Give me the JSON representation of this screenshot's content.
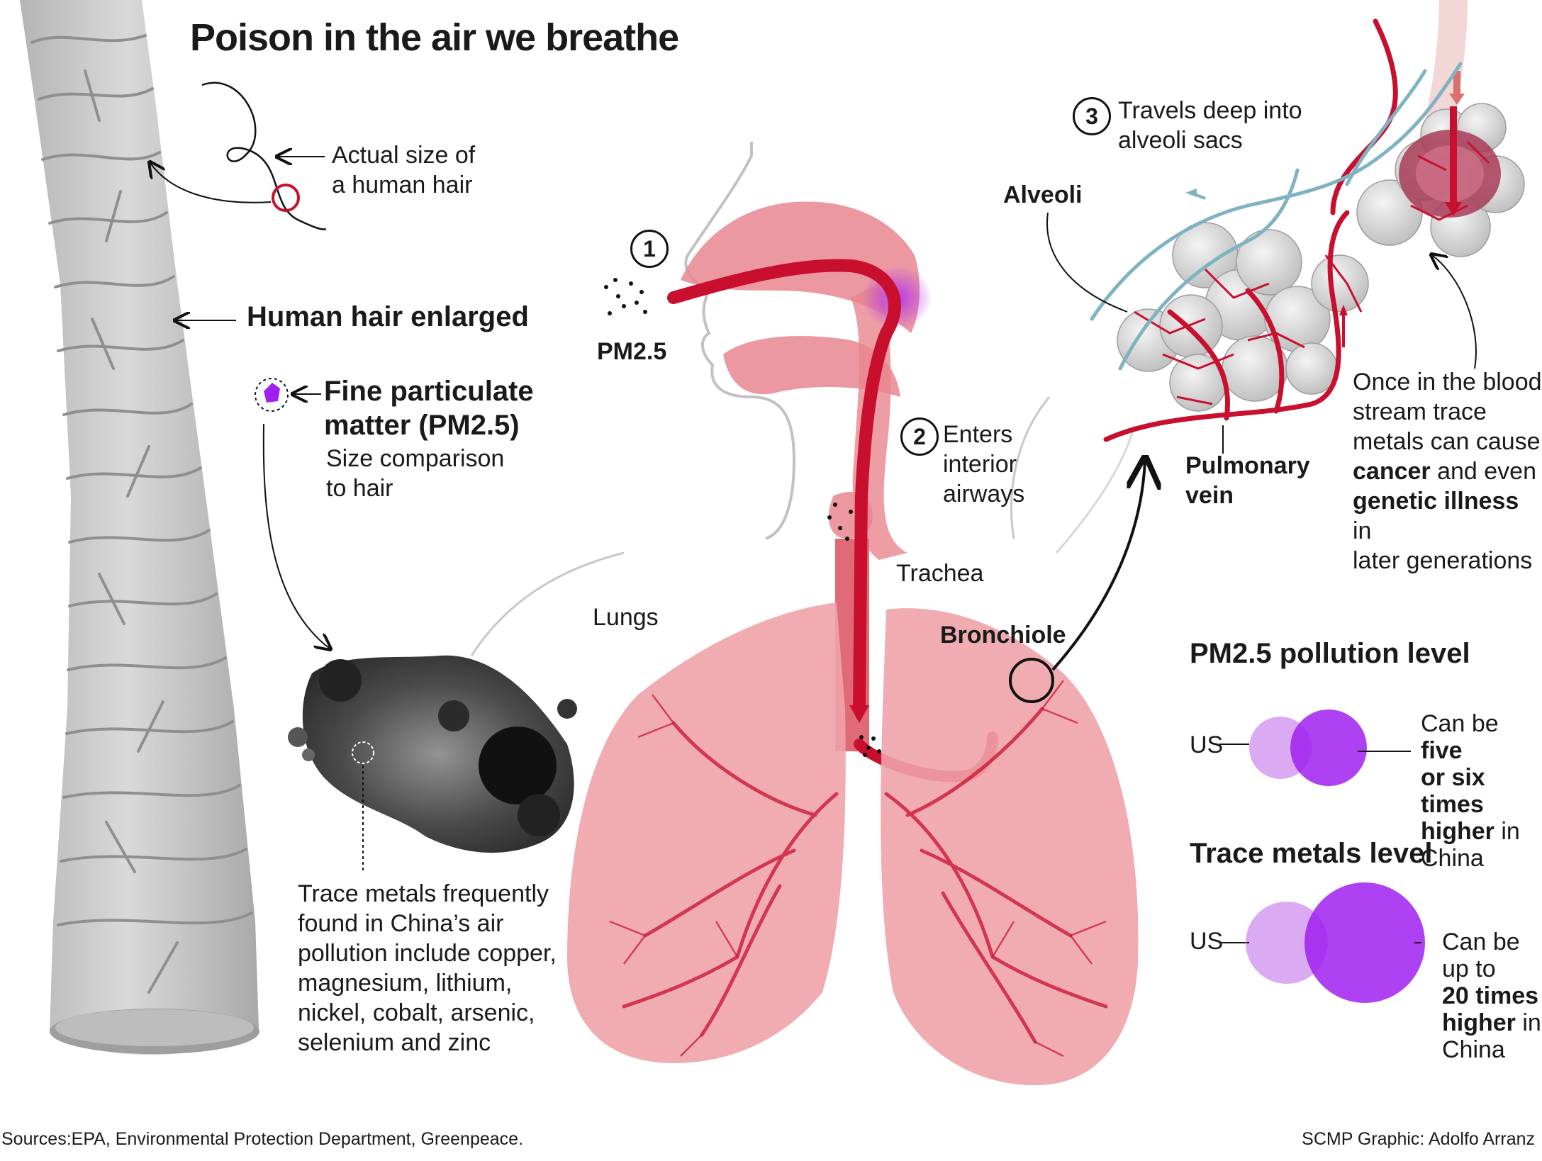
{
  "title": "Poison in the air we breathe",
  "hair": {
    "actual_size_label": [
      "Actual size of",
      "a human hair"
    ],
    "enlarged_label": "Human hair enlarged"
  },
  "pm": {
    "heading": [
      "Fine particulate",
      "matter (PM2.5)"
    ],
    "sub": [
      "Size comparison",
      "to hair"
    ],
    "trace_metals_text": [
      "Trace metals frequently",
      "found in China’s air",
      "pollution include copper,",
      "magnesium, lithium,",
      "nickel, cobalt, arsenic,",
      "selenium and zinc"
    ]
  },
  "steps": [
    {
      "num": "1",
      "label": [
        "PM2.5"
      ]
    },
    {
      "num": "2",
      "label": [
        "Enters",
        "interior",
        "airways"
      ]
    },
    {
      "num": "3",
      "label": [
        "Travels deep into",
        "alveoli sacs"
      ]
    }
  ],
  "anatomy": {
    "trachea": "Trachea",
    "lungs": "Lungs",
    "bronchiole": "Bronchiole",
    "alveoli": "Alveoli",
    "pulmonary_vein": [
      "Pulmonary",
      "vein"
    ]
  },
  "blood_note": {
    "l1": "Once in the blood",
    "l2": "stream trace",
    "l3a": "metals can cause",
    "l4a": "cancer",
    "l4b": " and even",
    "l5a": "genetic illness",
    "l5b": " in",
    "l6": "later generations"
  },
  "comparisons": [
    {
      "heading": "PM2.5 pollution level",
      "us_label": "US",
      "note": {
        "p1": "Can be ",
        "b1": "five",
        "b2": "or six times",
        "b3": "higher",
        "p2": " in",
        "p3": "China"
      }
    },
    {
      "heading": "Trace metals level",
      "us_label": "US",
      "note": {
        "p1": "Can be",
        "p2": "up to",
        "b1": "20 times",
        "b2": "higher",
        "p3": " in",
        "p4": "China"
      }
    }
  ],
  "colors": {
    "red": "#c8102e",
    "pink": "#e8868f",
    "purple": "#a020f0",
    "light_purple": "#d49bf0",
    "hair_gray": "#c9c9c9",
    "vessel_blue": "#7fb3c2"
  },
  "footer": {
    "sources": "Sources:EPA, Environmental Protection Department, Greenpeace.",
    "credit": "SCMP Graphic: Adolfo Arranz"
  }
}
